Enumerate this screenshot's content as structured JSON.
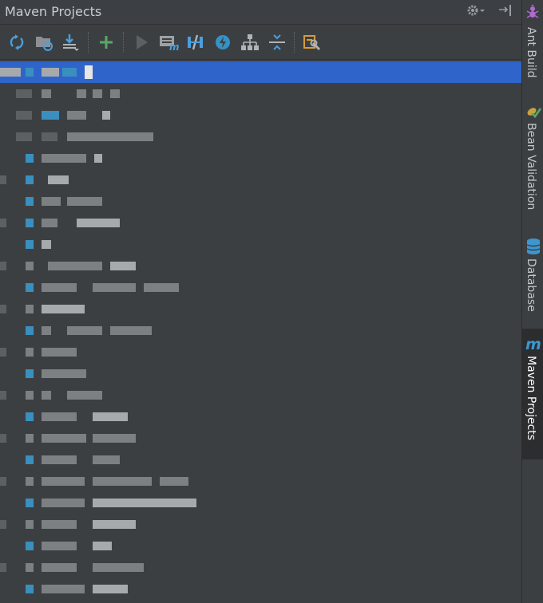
{
  "header": {
    "title": "Maven Projects",
    "icons": [
      "gear-dropdown-icon",
      "hide-panel-icon"
    ]
  },
  "toolbar": {
    "buttons": [
      "reimport-icon",
      "generate-sources-icon",
      "download-sources-icon",
      "add-maven-project-icon",
      "run-icon",
      "execute-goal-icon",
      "toggle-offline-icon",
      "skip-tests-icon",
      "show-dependencies-icon",
      "collapse-all-icon",
      "maven-settings-icon"
    ]
  },
  "sidebar": {
    "tabs": [
      {
        "label": "Ant Build",
        "icon": "ant-icon"
      },
      {
        "label": "Bean Validation",
        "icon": "bean-validation-icon"
      },
      {
        "label": "Database",
        "icon": "database-icon"
      },
      {
        "label": "Maven Projects",
        "icon": "maven-icon",
        "active": true
      }
    ]
  },
  "colors": {
    "background": "#3c3f41",
    "selection": "#2f65ca",
    "accent_blue": "#3a8fbf",
    "add_green": "#59a869"
  }
}
